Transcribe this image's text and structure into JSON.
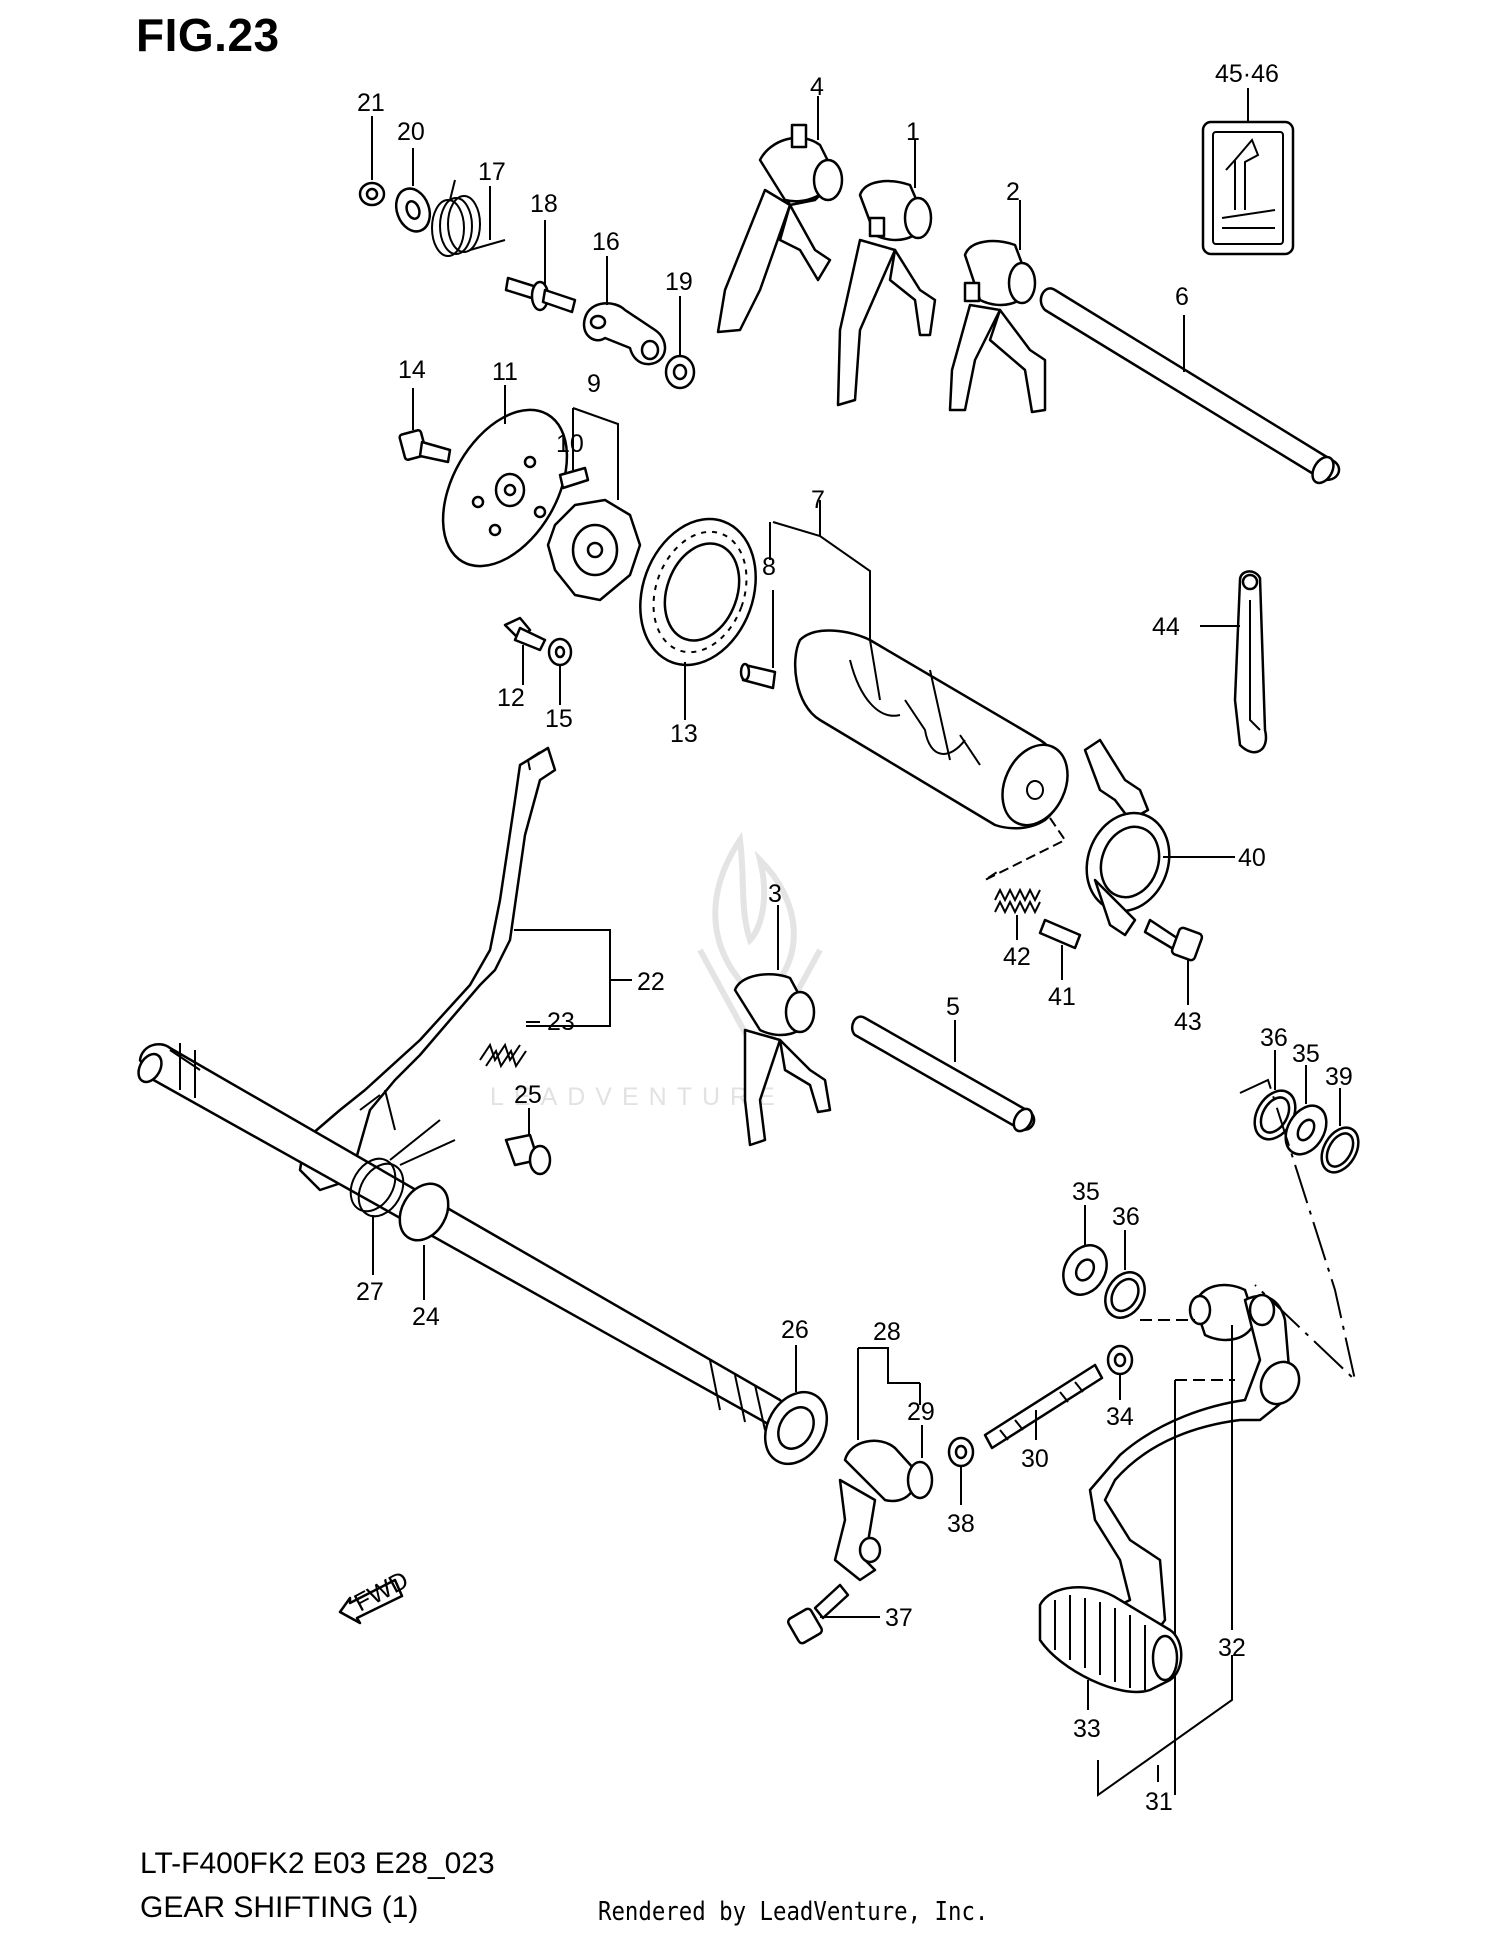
{
  "figure": {
    "title": "FIG.23",
    "model_code": "LT-F400FK2 E03 E28_023",
    "diagram_name": "GEAR SHIFTING (1)",
    "credit": "Rendered by LeadVenture, Inc.",
    "watermark": "LEADVENTURE",
    "fwd_label": "FWD"
  },
  "callouts": [
    {
      "id": "1",
      "label": "1"
    },
    {
      "id": "2",
      "label": "2"
    },
    {
      "id": "3",
      "label": "3"
    },
    {
      "id": "4",
      "label": "4"
    },
    {
      "id": "5",
      "label": "5"
    },
    {
      "id": "6",
      "label": "6"
    },
    {
      "id": "7",
      "label": "7"
    },
    {
      "id": "8",
      "label": "8"
    },
    {
      "id": "9",
      "label": "9"
    },
    {
      "id": "10",
      "label": "10"
    },
    {
      "id": "11",
      "label": "11"
    },
    {
      "id": "12",
      "label": "12"
    },
    {
      "id": "13",
      "label": "13"
    },
    {
      "id": "14",
      "label": "14"
    },
    {
      "id": "15",
      "label": "15"
    },
    {
      "id": "16",
      "label": "16"
    },
    {
      "id": "17",
      "label": "17"
    },
    {
      "id": "18",
      "label": "18"
    },
    {
      "id": "19",
      "label": "19"
    },
    {
      "id": "20",
      "label": "20"
    },
    {
      "id": "21",
      "label": "21"
    },
    {
      "id": "22",
      "label": "22"
    },
    {
      "id": "23",
      "label": "23"
    },
    {
      "id": "24",
      "label": "24"
    },
    {
      "id": "25",
      "label": "25"
    },
    {
      "id": "26",
      "label": "26"
    },
    {
      "id": "27",
      "label": "27"
    },
    {
      "id": "28",
      "label": "28"
    },
    {
      "id": "29",
      "label": "29"
    },
    {
      "id": "30",
      "label": "30"
    },
    {
      "id": "31",
      "label": "31"
    },
    {
      "id": "32",
      "label": "32"
    },
    {
      "id": "33",
      "label": "33"
    },
    {
      "id": "34",
      "label": "34"
    },
    {
      "id": "35a",
      "label": "35"
    },
    {
      "id": "35b",
      "label": "35"
    },
    {
      "id": "36a",
      "label": "36"
    },
    {
      "id": "36b",
      "label": "36"
    },
    {
      "id": "37",
      "label": "37"
    },
    {
      "id": "38",
      "label": "38"
    },
    {
      "id": "39",
      "label": "39"
    },
    {
      "id": "40",
      "label": "40"
    },
    {
      "id": "41",
      "label": "41"
    },
    {
      "id": "42",
      "label": "42"
    },
    {
      "id": "43",
      "label": "43"
    },
    {
      "id": "44",
      "label": "44"
    },
    {
      "id": "4546",
      "label": "45·46"
    }
  ]
}
